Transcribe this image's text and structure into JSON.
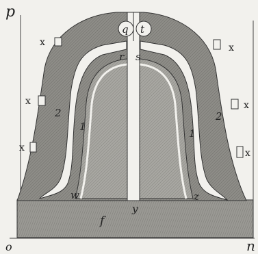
{
  "figure": {
    "corner_labels": {
      "top_left": "p",
      "bottom_left": "o",
      "bottom_right": "n"
    },
    "region_labels": {
      "q": "q",
      "t": "t",
      "r": "r",
      "s": "s",
      "w": "w",
      "y": "y",
      "z": "z",
      "f": "f"
    },
    "layer_labels": {
      "inner_left": "1",
      "inner_right": "1",
      "outer_left": "2",
      "outer_right": "2"
    },
    "marker_label": "x",
    "colors": {
      "hatch_fill": "#8e8d88",
      "inner_hatch_fill": "#a8a7a2",
      "base_fill": "#9a9994",
      "paper": "#f2f1ed",
      "ink": "#222222"
    }
  }
}
